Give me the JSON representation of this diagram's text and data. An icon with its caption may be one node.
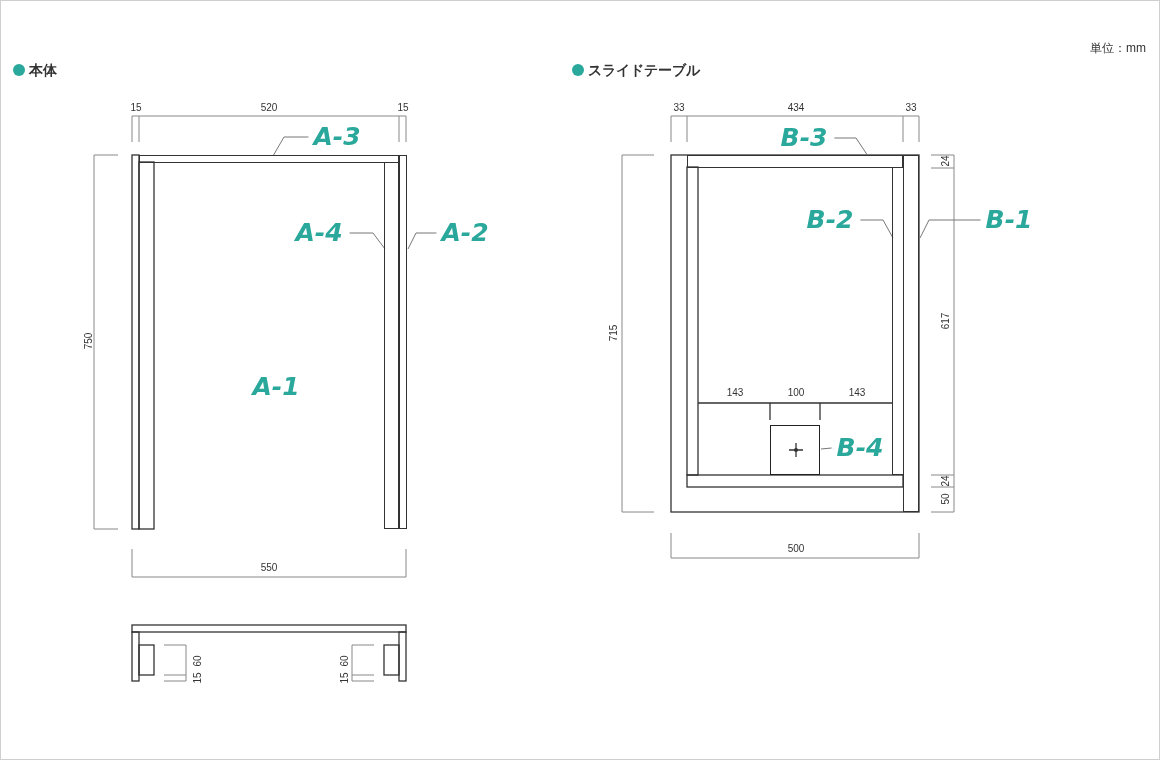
{
  "diagram": {
    "nodes": [
      {
        "text": [
          "A-3"
        ]
      },
      {
        "text": [
          "A-4"
        ]
      },
      {
        "text": [
          "A-2"
        ]
      },
      {
        "text": [
          "B-3"
        ]
      },
      {
        "text": [
          "B-2"
        ]
      },
      {
        "text": [
          "B-1"
        ]
      },
      {
        "text": [
          "B-4"
        ]
      },
      {
        "text": [],
        "shape": "bar"
      },
      {
        "text": [],
        "shape": "bar"
      },
      {
        "text": [],
        "shape": "bar"
      },
      {
        "text": [],
        "shape": "bar"
      },
      {
        "text": [],
        "shape": "bar"
      },
      {
        "text": [],
        "shape": "bar"
      },
      {
        "text": [],
        "shape": "box"
      }
    ],
    "edges": [
      {
        "from": 0,
        "to": 7,
        "arrow": "none"
      },
      {
        "from": 1,
        "to": 8,
        "arrow": "none"
      },
      {
        "from": 2,
        "to": 9,
        "arrow": "none"
      },
      {
        "from": 3,
        "to": 10,
        "arrow": "none"
      },
      {
        "from": 4,
        "to": 11,
        "arrow": "none"
      },
      {
        "from": 5,
        "to": 12,
        "arrow": "none"
      },
      {
        "from": 6,
        "to": 13,
        "arrow": "none"
      }
    ],
    "labels": [
      "単位：mm",
      "本体",
      "スライドテーブル",
      "15",
      "520",
      "15",
      "33",
      "434",
      "33",
      "24",
      "715",
      "617",
      "750",
      "A-1",
      "143",
      "100",
      "143",
      "24",
      "50",
      "500",
      "550",
      "60",
      "60",
      "15",
      "15"
    ]
  }
}
